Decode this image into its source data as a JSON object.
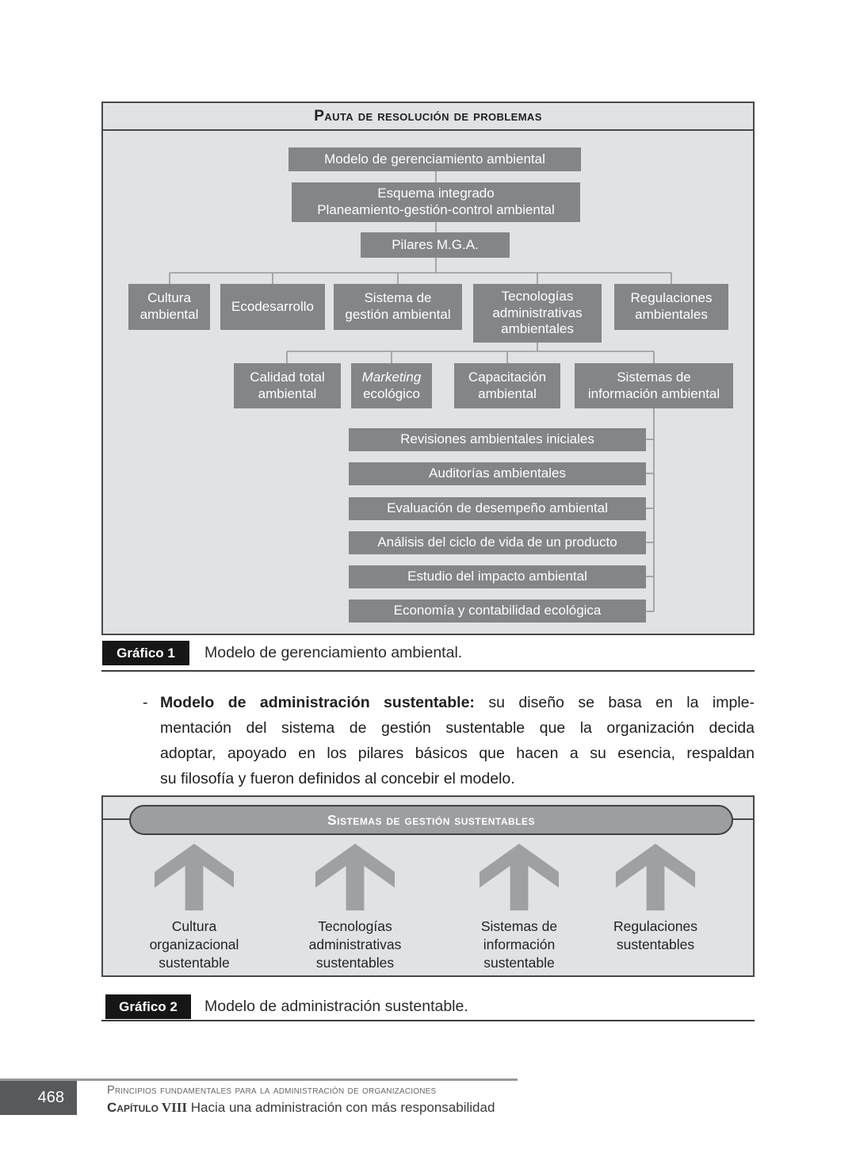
{
  "colors": {
    "figure_background": "#e1e2e3",
    "node_fill": "#838588",
    "node_text": "#ffffff",
    "figure_border": "#47484a",
    "connector": "#97989a",
    "pill_fill": "#9d9ea0",
    "arrow_fill": "#9fa0a2",
    "caption_label_bg": "#161616",
    "page_number_bg": "#58595b"
  },
  "figure1": {
    "title": "Pauta de resolución de problemas",
    "root": "Modelo de gerenciamiento ambiental",
    "esquema": "Esquema integrado\nPlaneamiento-gestión-control ambiental",
    "pilares": "Pilares M.G.A.",
    "pillars": [
      "Cultura\nambiental",
      "Ecodesarrollo",
      "Sistema de\ngestión ambiental",
      "Tecnologías\nadministrativas\nambientales",
      "Regulaciones\nambientales"
    ],
    "calidad": "Calidad total\nambiental",
    "marketing_word": "Marketing",
    "marketing_rest": "ecológico",
    "capacitacion": "Capacitación\nambiental",
    "sistemas_info": "Sistemas de\ninformación ambiental",
    "tools": [
      "Revisiones ambientales iniciales",
      "Auditorías ambientales",
      "Evaluación de desempeño ambiental",
      "Análisis del ciclo de vida de un producto",
      "Estudio del impacto ambiental",
      "Economía y contabilidad ecológica"
    ]
  },
  "caption1": {
    "label": "Gráfico 1",
    "text": "Modelo de gerenciamiento ambiental."
  },
  "paragraph": {
    "dash": "-",
    "bold_lead": "Modelo de administración sustentable:",
    "line1_rest": " su diseño se basa en la imple-",
    "line2": "mentación del sistema de gestión sustentable que la organización decida",
    "line3": "adoptar, apoyado en los pilares básicos que hacen a su esencia, respaldan",
    "line4": "su filosofía y fueron definidos al concebir el modelo."
  },
  "figure2": {
    "banner": "Sistemas de gestión sustentables",
    "items": [
      "Cultura\norganizacional\nsustentable",
      "Tecnologías\nadministrativas\nsustentables",
      "Sistemas de\ninformación\nsustentable",
      "Regulaciones\nsustentables"
    ]
  },
  "caption2": {
    "label": "Gráfico 2",
    "text": "Modelo de administración sustentable."
  },
  "footer": {
    "page_number": "468",
    "series": "Principios fundamentales para la administración de organizaciones",
    "chapter_label": "Capítulo",
    "chapter_roman": "VIII",
    "chapter_rest": " Hacia una administración con más responsabilidad"
  }
}
